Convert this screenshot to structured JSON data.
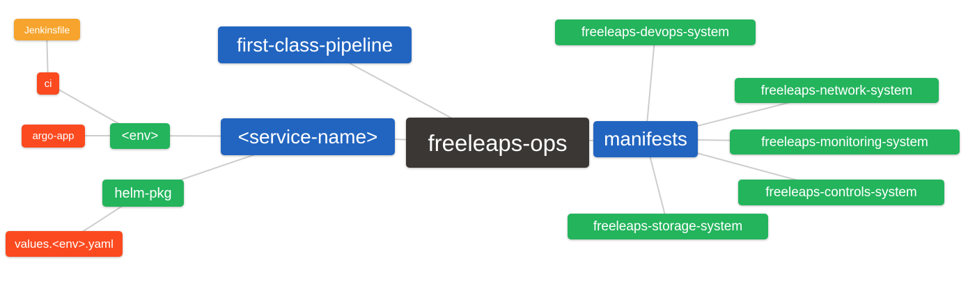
{
  "diagram": {
    "type": "mindmap",
    "title": "freeleaps-ops repository structure mind map",
    "colors": {
      "root_node": "#3b3734",
      "branch_node": "#2265c0",
      "leaf_green": "#23b45c",
      "leaf_orange": "#f6a42d",
      "leaf_red": "#fb4a1f",
      "edge": "#cdcdcd",
      "node_text": "#ffffff",
      "background": "#ffffff"
    },
    "root": {
      "label": "freeleaps-ops"
    },
    "nodes": {
      "jenkinsfile": {
        "label": "Jenkinsfile",
        "color": "#f6a42d"
      },
      "ci": {
        "label": "ci",
        "color": "#fb4a1f"
      },
      "argo_app": {
        "label": "argo-app",
        "color": "#fb4a1f"
      },
      "env": {
        "label": "<env>",
        "color": "#23b45c"
      },
      "first_class_pipeline": {
        "label": "first-class-pipeline",
        "color": "#2265c0"
      },
      "service_name": {
        "label": "<service-name>",
        "color": "#2265c0"
      },
      "freeleaps_ops": {
        "label": "freeleaps-ops",
        "color": "#3b3734"
      },
      "manifests": {
        "label": "manifests",
        "color": "#2265c0"
      },
      "helm_pkg": {
        "label": "helm-pkg",
        "color": "#23b45c"
      },
      "values_env_yaml": {
        "label": "values.<env>.yaml",
        "color": "#fb4a1f"
      },
      "devops_system": {
        "label": "freeleaps-devops-system",
        "color": "#23b45c"
      },
      "network_system": {
        "label": "freeleaps-network-system",
        "color": "#23b45c"
      },
      "monitoring_system": {
        "label": "freeleaps-monitoring-system",
        "color": "#23b45c"
      },
      "controls_system": {
        "label": "freeleaps-controls-system",
        "color": "#23b45c"
      },
      "storage_system": {
        "label": "freeleaps-storage-system",
        "color": "#23b45c"
      }
    },
    "edges": [
      [
        "jenkinsfile",
        "ci"
      ],
      [
        "ci",
        "env"
      ],
      [
        "argo_app",
        "env"
      ],
      [
        "env",
        "service_name"
      ],
      [
        "service_name",
        "helm_pkg"
      ],
      [
        "helm_pkg",
        "values_env_yaml"
      ],
      [
        "service_name",
        "freeleaps_ops"
      ],
      [
        "first_class_pipeline",
        "freeleaps_ops"
      ],
      [
        "freeleaps_ops",
        "manifests"
      ],
      [
        "manifests",
        "devops_system"
      ],
      [
        "manifests",
        "network_system"
      ],
      [
        "manifests",
        "monitoring_system"
      ],
      [
        "manifests",
        "controls_system"
      ],
      [
        "manifests",
        "storage_system"
      ]
    ]
  }
}
